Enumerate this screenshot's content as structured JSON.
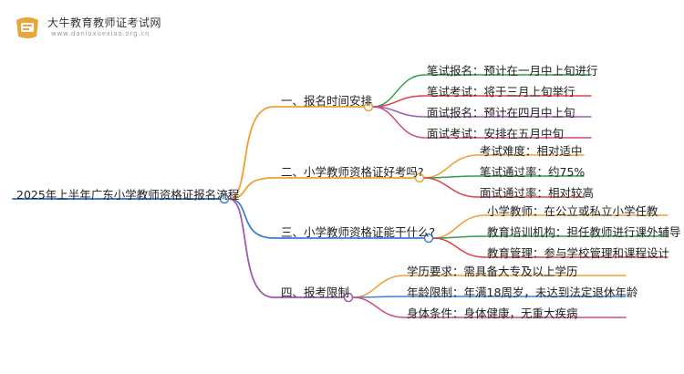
{
  "header": {
    "site_name": "大牛教育教师证考试网",
    "site_url": "www.daniuxuexiao.org.cn",
    "logo_icon": "book-shield-icon"
  },
  "mindmap": {
    "root": "2025年上半年广东小学教师资格证报名流程",
    "branches": [
      {
        "label": "一、报名时间安排",
        "color": "#f0a033",
        "leaves": [
          {
            "text": "笔试报名：预计在一月中上旬进行",
            "color": "#2e9e4c"
          },
          {
            "text": "笔试考试：将于三月上旬举行",
            "color": "#e0404a"
          },
          {
            "text": "面试报名：预计在四月中上旬",
            "color": "#a05ab0"
          },
          {
            "text": "面试考试：安排在五月中旬",
            "color": "#d04d7a"
          }
        ]
      },
      {
        "label": "二、小学教师资格证好考吗?",
        "color": "#f0a033",
        "leaves": [
          {
            "text": "考试难度：相对适中",
            "color": "#f0a033"
          },
          {
            "text": "笔试通过率：约75%",
            "color": "#2e9e4c"
          },
          {
            "text": "面试通过率：相对较高",
            "color": "#e0404a"
          }
        ]
      },
      {
        "label": "三、小学教师资格证能干什么?",
        "color": "#3d7fd6",
        "leaves": [
          {
            "text": "小学教师：在公立或私立小学任教",
            "color": "#f0a033"
          },
          {
            "text": "教育培训机构：担任教师进行课外辅导",
            "color": "#2e9e4c"
          },
          {
            "text": "教育管理：参与学校管理和课程设计",
            "color": "#e0404a"
          }
        ]
      },
      {
        "label": "四、报考限制",
        "color": "#a05ab0",
        "leaves": [
          {
            "text": "学历要求：需具备大专及以上学历",
            "color": "#f0a033"
          },
          {
            "text": "年龄限制：年满18周岁，未达到法定退休年龄",
            "color": "#3d7fd6"
          },
          {
            "text": "身体条件：身体健康，无重大疾病",
            "color": "#d04d7a"
          }
        ]
      }
    ]
  }
}
